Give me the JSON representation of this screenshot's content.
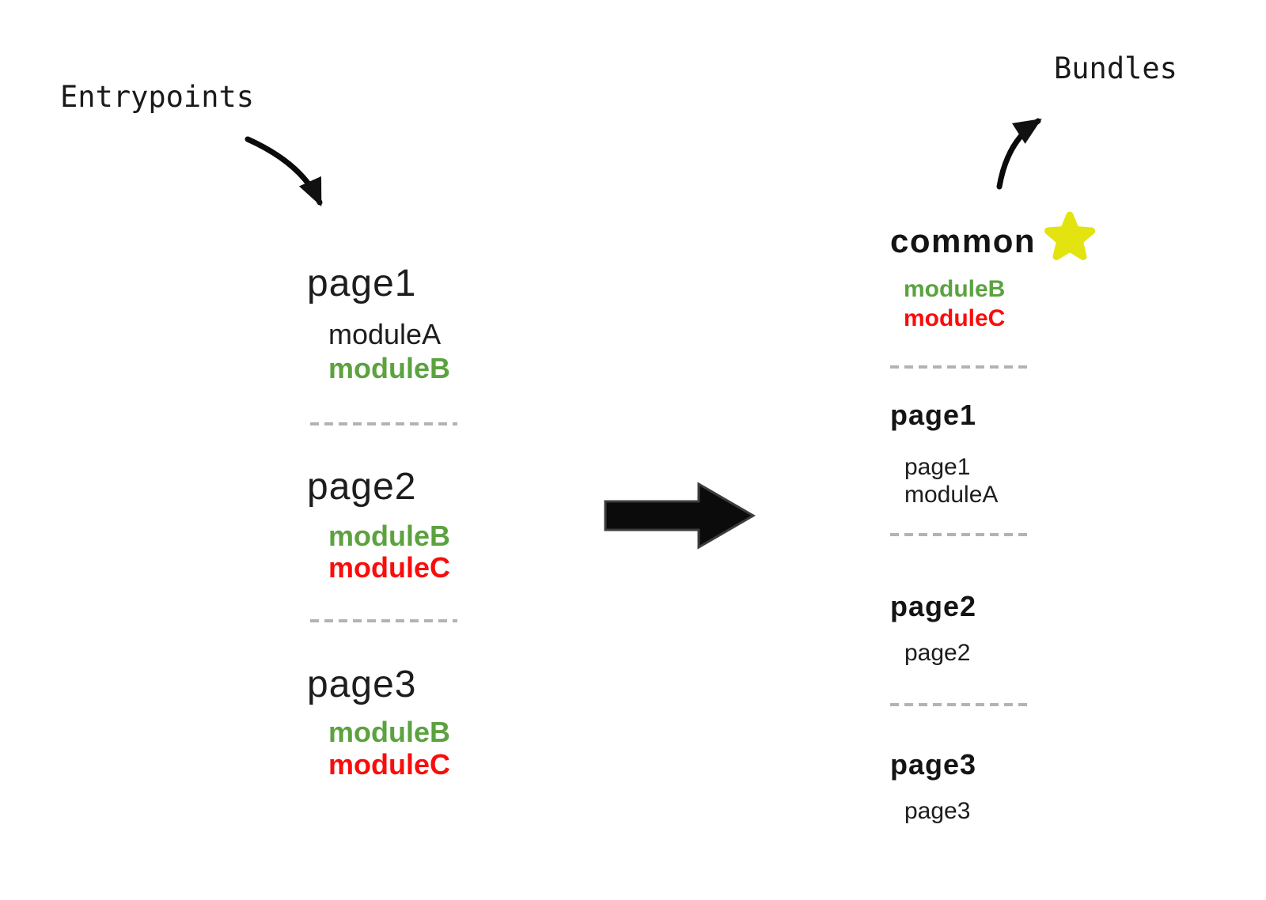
{
  "labels": {
    "entrypoints": "Entrypoints",
    "bundles": "Bundles"
  },
  "colors": {
    "text": "#1d1d1d",
    "green": "#5ca23f",
    "red": "#f90d0c",
    "star": "#e3e30f",
    "arrow_ink": "#0b0b0b",
    "arrow_border": "#3d3d3d",
    "dash": "#b3b3b3"
  },
  "icons": {
    "entry_arrow": "curved-arrow-down-right",
    "bundles_arrow": "curved-arrow-up-right",
    "transform_arrow": "big-right-arrow",
    "star": "star"
  },
  "entrypoints": [
    {
      "name": "page1",
      "modules": [
        {
          "name": "moduleA",
          "color": "text"
        },
        {
          "name": "moduleB",
          "color": "green"
        }
      ]
    },
    {
      "name": "page2",
      "modules": [
        {
          "name": "moduleB",
          "color": "green"
        },
        {
          "name": "moduleC",
          "color": "red"
        }
      ]
    },
    {
      "name": "page3",
      "modules": [
        {
          "name": "moduleB",
          "color": "green"
        },
        {
          "name": "moduleC",
          "color": "red"
        }
      ]
    }
  ],
  "bundles": [
    {
      "name": "common",
      "starred": true,
      "modules": [
        {
          "name": "moduleB",
          "color": "green"
        },
        {
          "name": "moduleC",
          "color": "red"
        }
      ]
    },
    {
      "name": "page1",
      "modules": [
        {
          "name": "page1",
          "color": "text"
        },
        {
          "name": "moduleA",
          "color": "text"
        }
      ]
    },
    {
      "name": "page2",
      "modules": [
        {
          "name": "page2",
          "color": "text"
        }
      ]
    },
    {
      "name": "page3",
      "modules": [
        {
          "name": "page3",
          "color": "text"
        }
      ]
    }
  ]
}
